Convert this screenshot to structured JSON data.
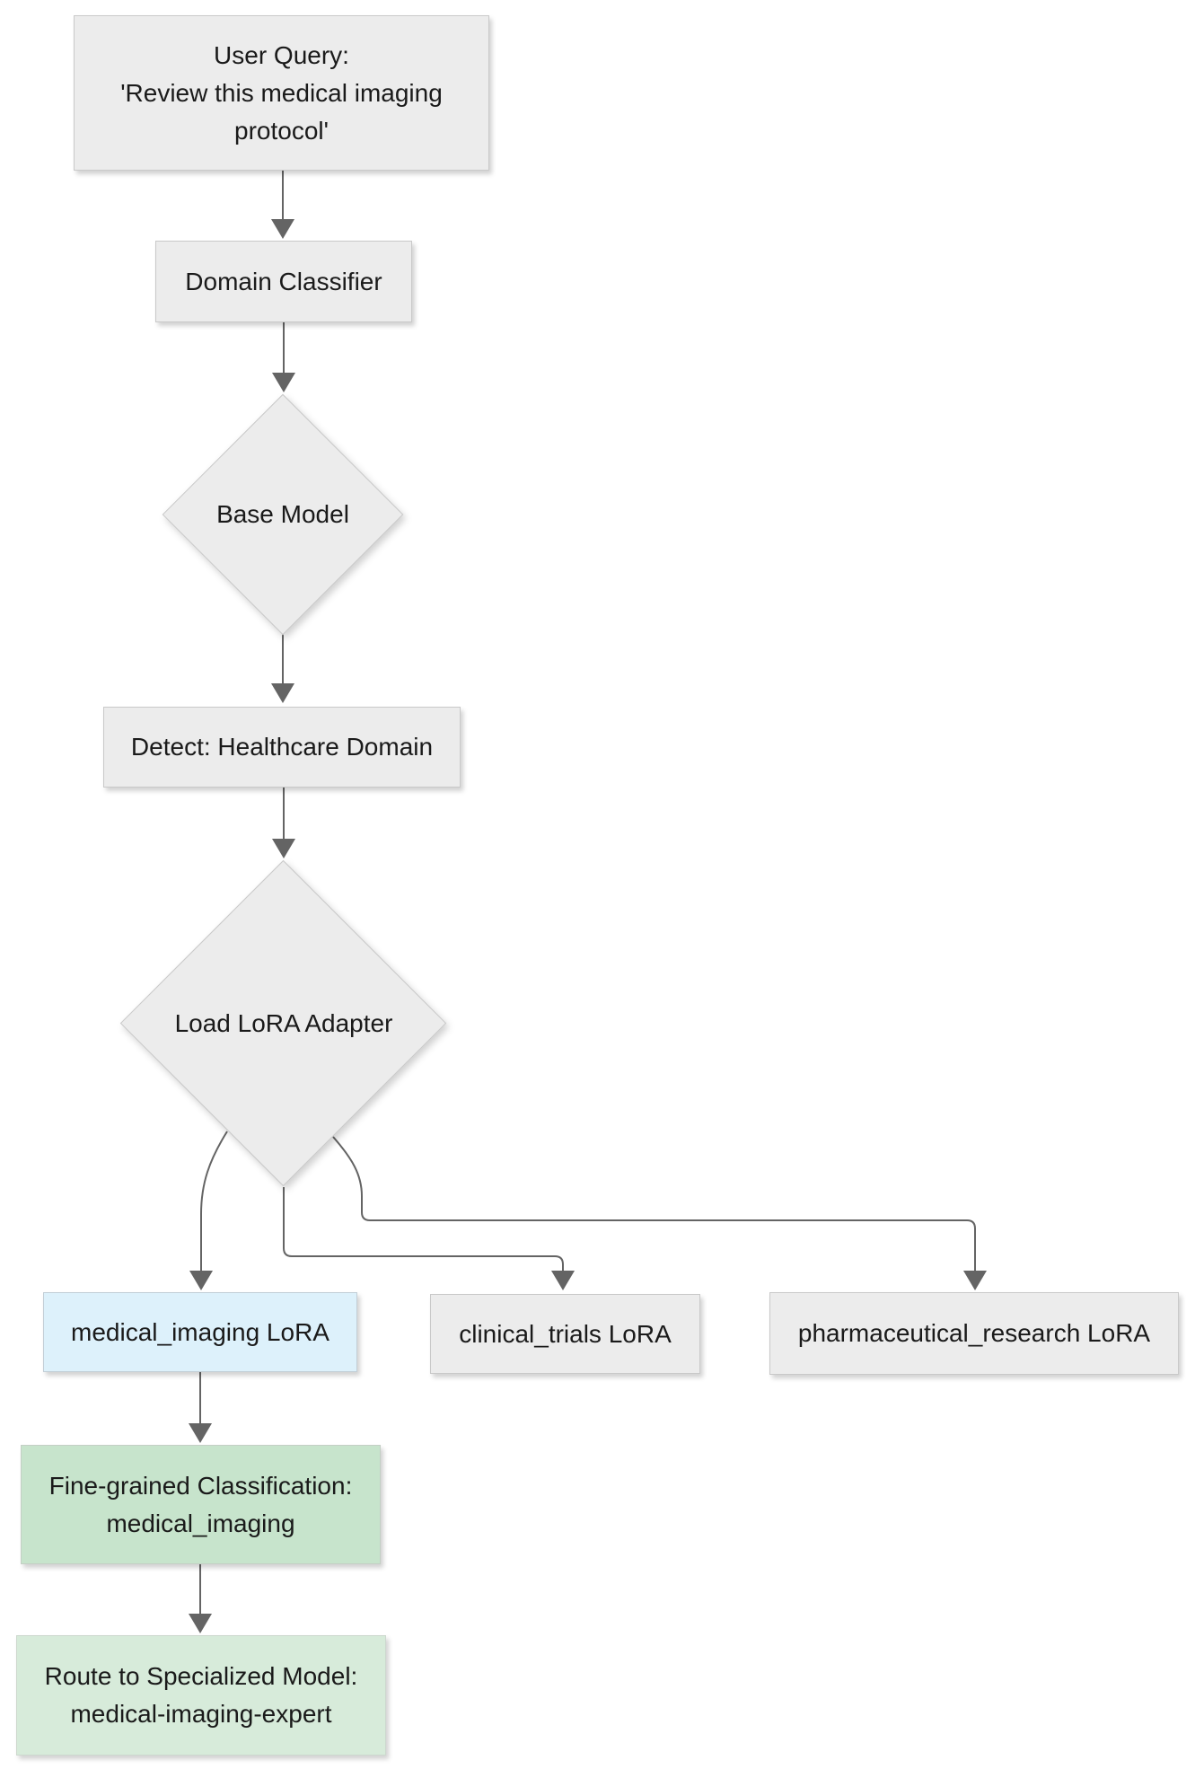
{
  "diagram_type": "flowchart",
  "colors": {
    "node_fill": "#ececec",
    "node_border": "#c9c9c9",
    "blue_fill": "#ddf1fb",
    "blue_border": "#c2ced6",
    "green_fill": "#c7e4cc",
    "green_border": "#c4cfc5",
    "green_light_fill": "#d7ebda",
    "green_light_border": "#cdd8ce",
    "edge": "#646464",
    "text": "#1a1a1a"
  },
  "nodes": {
    "user_query": {
      "line1": "User Query:",
      "line2": "'Review this medical imaging protocol'"
    },
    "domain_classifier": {
      "label": "Domain Classifier"
    },
    "base_model": {
      "label": "Base Model"
    },
    "detect_domain": {
      "label": "Detect: Healthcare Domain"
    },
    "load_lora": {
      "label": "Load LoRA Adapter"
    },
    "medical_imaging_lora": {
      "label": "medical_imaging LoRA"
    },
    "clinical_trials_lora": {
      "label": "clinical_trials LoRA"
    },
    "pharmaceutical_research_lora": {
      "label": "pharmaceutical_research LoRA"
    },
    "fine_grained": {
      "line1": "Fine-grained Classification:",
      "line2": "medical_imaging"
    },
    "route": {
      "line1": "Route to Specialized Model:",
      "line2": "medical-imaging-expert"
    }
  }
}
